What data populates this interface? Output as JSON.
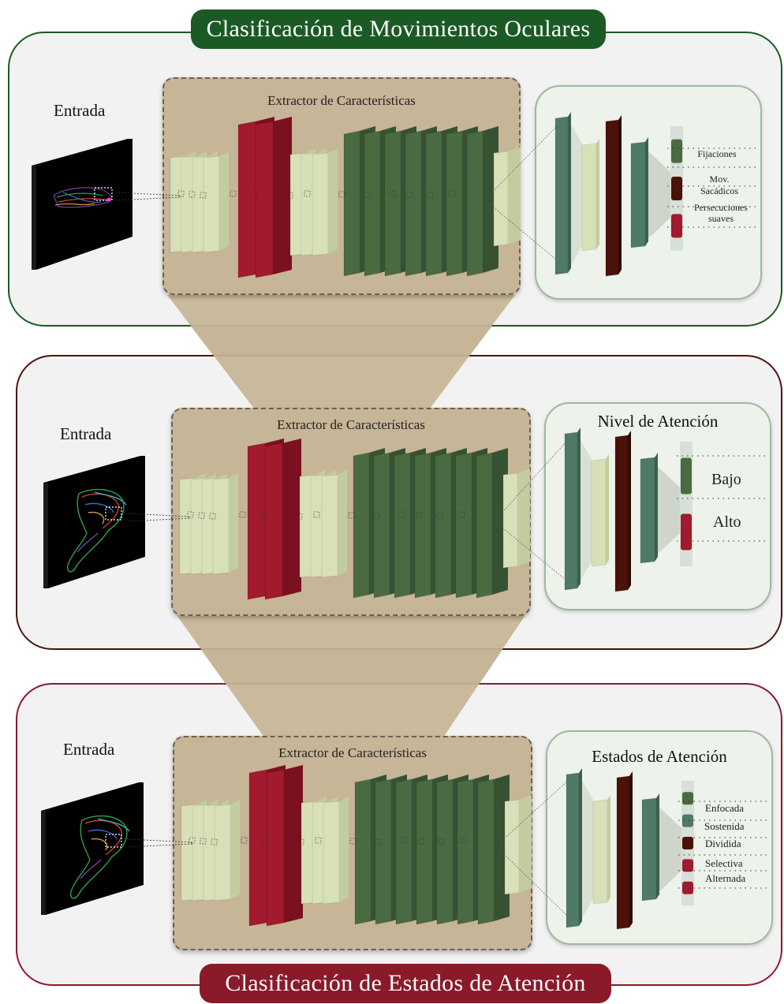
{
  "colors": {
    "green_dark": "#1b5a25",
    "brown_dark": "#4a1510",
    "red_dark": "#8a1a2a",
    "feature_bg": "#c6b596",
    "layer_light": "#d8e0b8",
    "layer_red": "#a11a2e",
    "layer_green": "#4a6a42",
    "fc_teal": "#4e7a66",
    "fc_brown": "#4a1208"
  },
  "top_banner": "Clasificación de Movimientos Oculares",
  "bottom_banner": "Clasificación de Estados de Atención",
  "panels": [
    {
      "input_label": "Entrada",
      "extractor_title": "Extractor de Características",
      "classifier_title": "",
      "outputs": [
        {
          "label": "Fijaciones",
          "color": "#4a6a42"
        },
        {
          "label": "Mov.\nSacádicos",
          "color": "#4a1208"
        },
        {
          "label": "Persecuciones\nsuaves",
          "color": "#a11a2e"
        }
      ]
    },
    {
      "input_label": "Entrada",
      "extractor_title": "Extractor de Características",
      "classifier_title": "Nivel de Atención",
      "outputs": [
        {
          "label": "Bajo",
          "color": "#4a6a42"
        },
        {
          "label": "Alto",
          "color": "#a11a2e"
        }
      ]
    },
    {
      "input_label": "Entrada",
      "extractor_title": "Extractor de Características",
      "classifier_title": "Estados de Atención",
      "outputs": [
        {
          "label": "Enfocada",
          "color": "#4a6a42"
        },
        {
          "label": "Sostenida",
          "color": "#4e7a66"
        },
        {
          "label": "Dividida",
          "color": "#4a1208"
        },
        {
          "label": "Selectiva",
          "color": "#a11a2e"
        },
        {
          "label": "Alternada",
          "color": "#a11a2e"
        }
      ]
    }
  ]
}
